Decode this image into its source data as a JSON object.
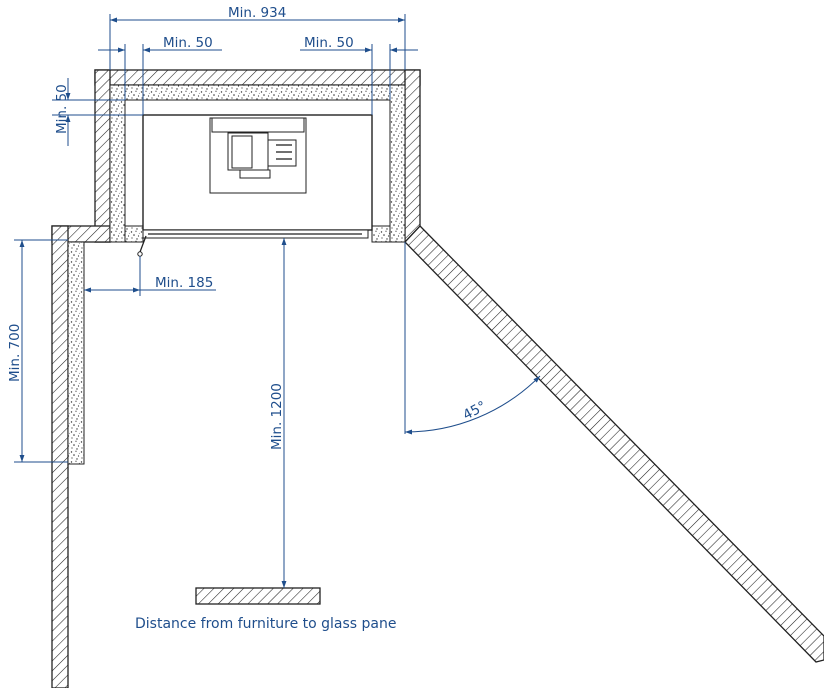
{
  "dimensions": {
    "width_min": "Min. 934",
    "side_left": "Min. 50",
    "side_right": "Min. 50",
    "top_gap": "Min. 50",
    "return_wall": "Min. 185",
    "wall_height": "Min. 700",
    "glass_distance": "Min. 1200",
    "angle": "45°"
  },
  "caption": "Distance from furniture to glass pane",
  "colors": {
    "dimension": "#1f4e8c",
    "line": "#222222"
  }
}
